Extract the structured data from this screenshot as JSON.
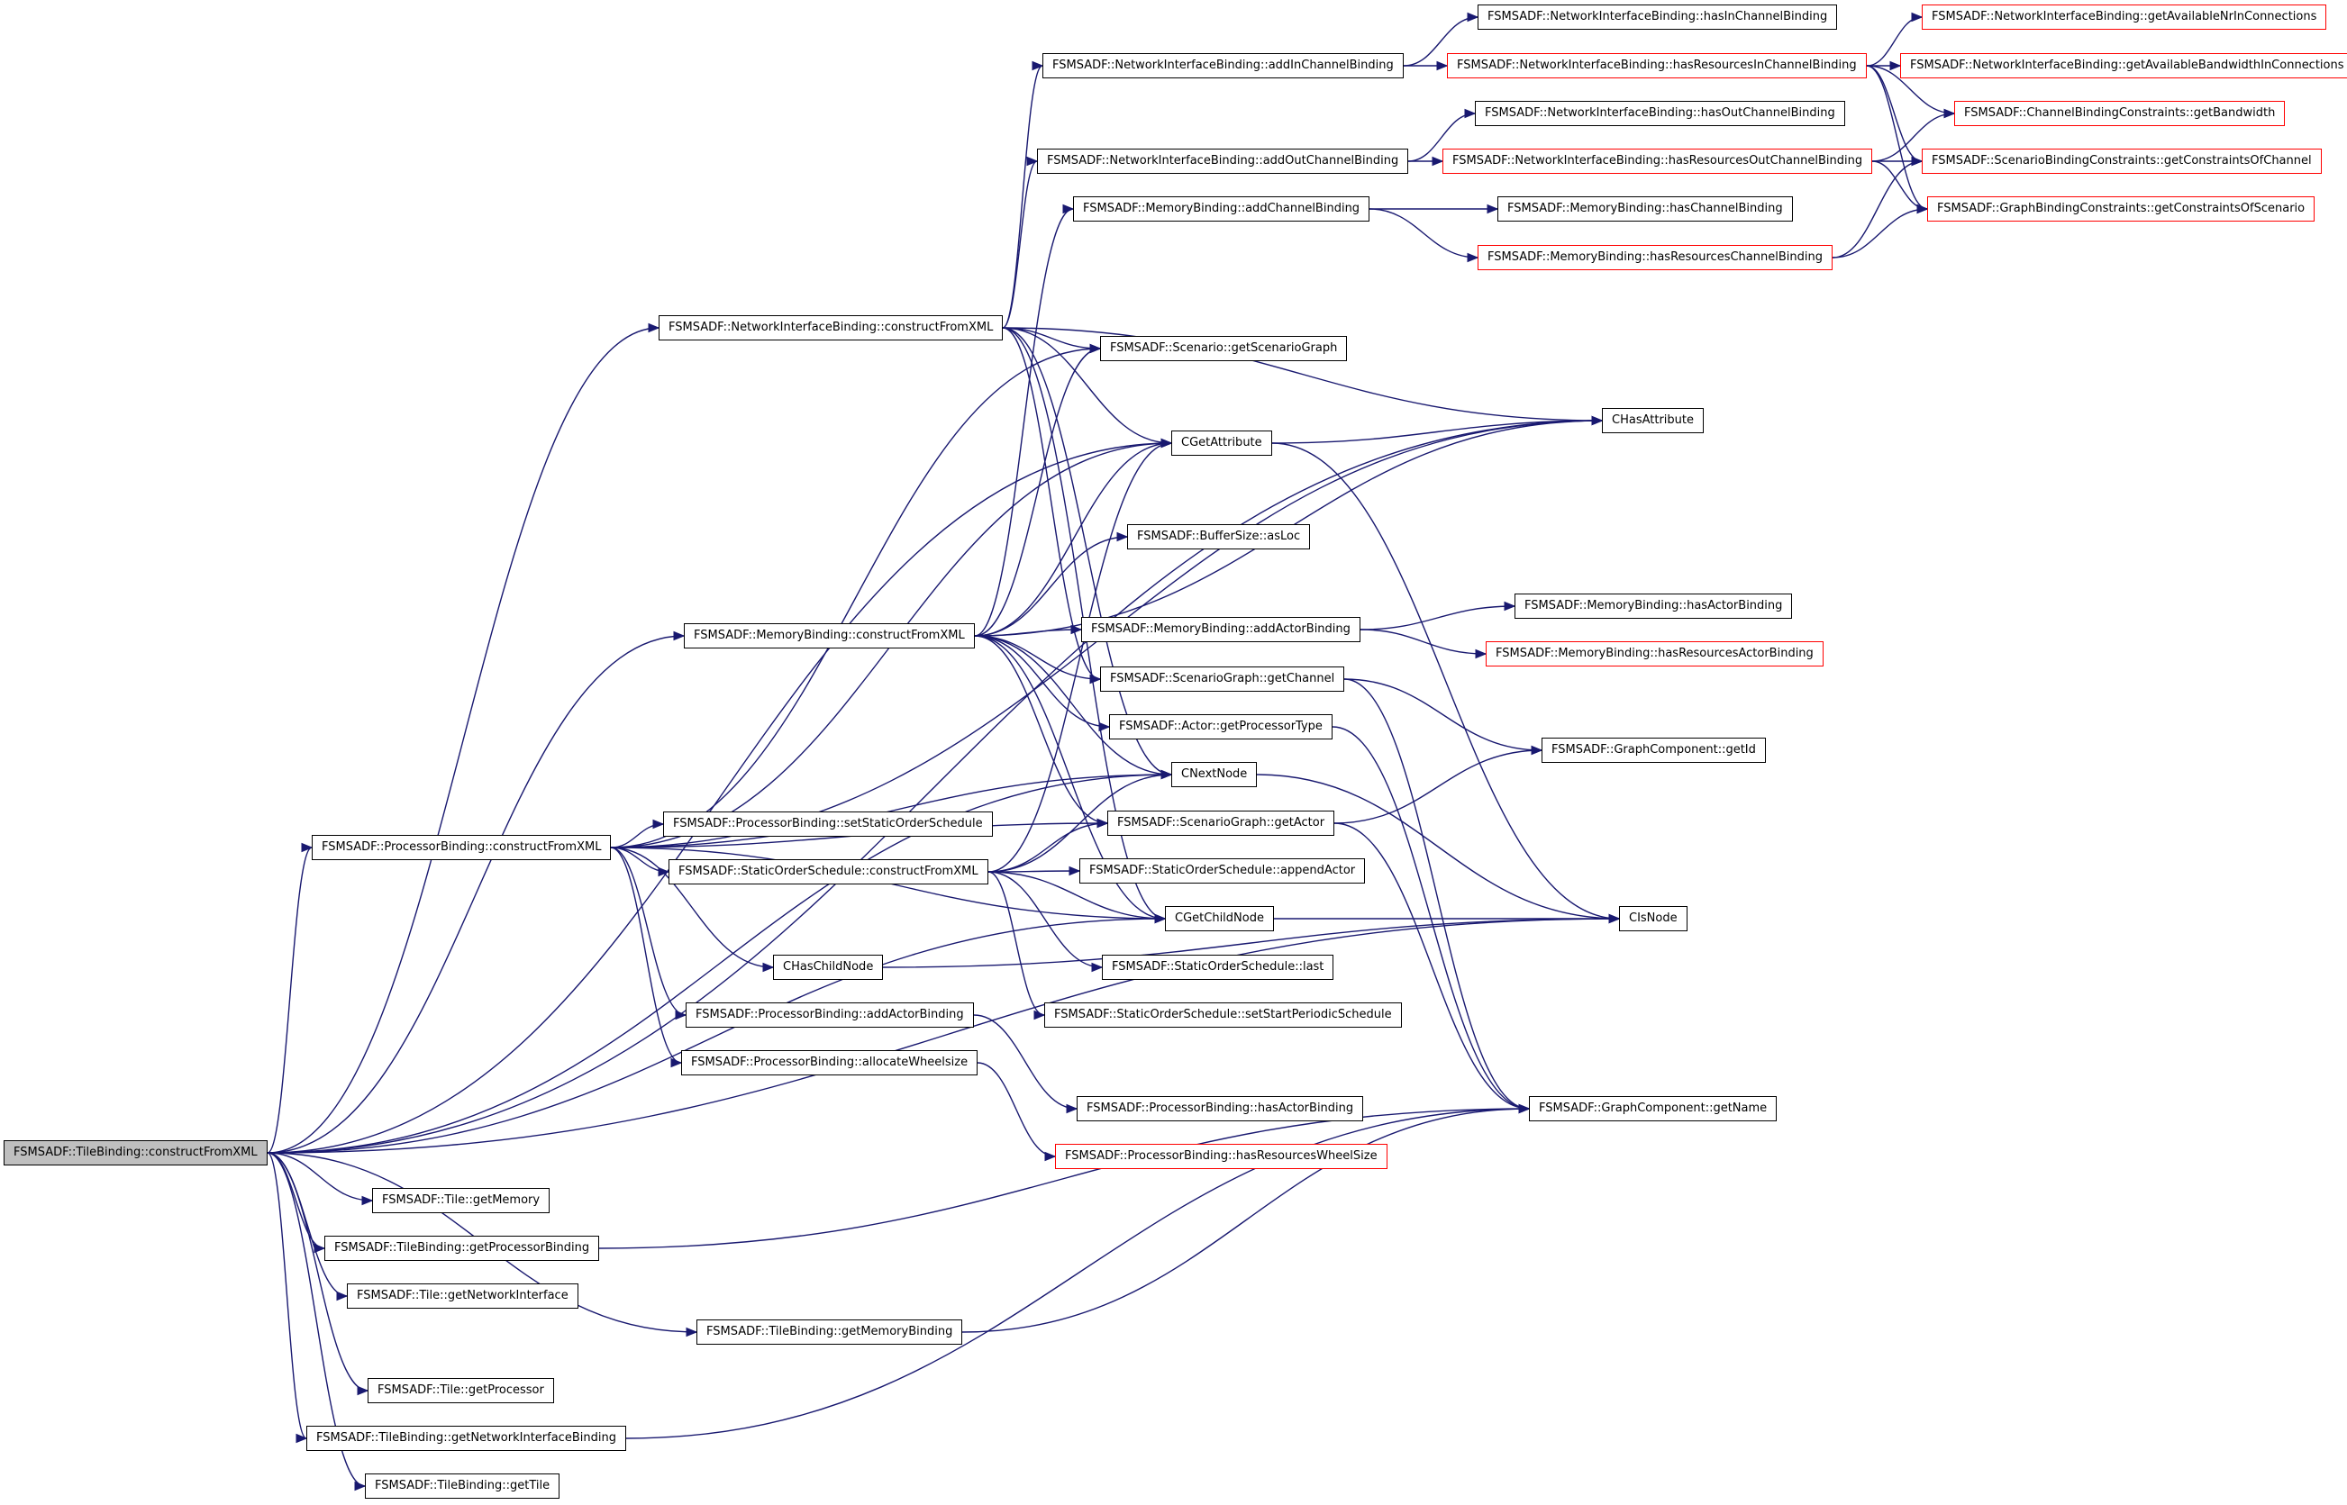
{
  "diagram": {
    "type": "call-graph",
    "colors": {
      "edge": "#191970",
      "root_fill": "#bfbfbf",
      "node_border": "#000000",
      "incomplete_border": "#ff0000"
    },
    "nodes": [
      {
        "id": "root",
        "label": "FSMSADF::TileBinding::constructFromXML",
        "style": "root"
      },
      {
        "id": "ni_cfx",
        "label": "FSMSADF::NetworkInterfaceBinding::constructFromXML",
        "style": "normal"
      },
      {
        "id": "mb_cfx",
        "label": "FSMSADF::MemoryBinding::constructFromXML",
        "style": "normal"
      },
      {
        "id": "pb_cfx",
        "label": "FSMSADF::ProcessorBinding::constructFromXML",
        "style": "normal"
      },
      {
        "id": "ni_addIn",
        "label": "FSMSADF::NetworkInterfaceBinding::addInChannelBinding",
        "style": "normal"
      },
      {
        "id": "ni_addOut",
        "label": "FSMSADF::NetworkInterfaceBinding::addOutChannelBinding",
        "style": "normal"
      },
      {
        "id": "mb_addCh",
        "label": "FSMSADF::MemoryBinding::addChannelBinding",
        "style": "normal"
      },
      {
        "id": "ni_hasIn",
        "label": "FSMSADF::NetworkInterfaceBinding::hasInChannelBinding",
        "style": "normal"
      },
      {
        "id": "ni_hasResIn",
        "label": "FSMSADF::NetworkInterfaceBinding::hasResourcesInChannelBinding",
        "style": "red"
      },
      {
        "id": "ni_hasOut",
        "label": "FSMSADF::NetworkInterfaceBinding::hasOutChannelBinding",
        "style": "normal"
      },
      {
        "id": "ni_hasResOut",
        "label": "FSMSADF::NetworkInterfaceBinding::hasResourcesOutChannelBinding",
        "style": "red"
      },
      {
        "id": "mb_hasCh",
        "label": "FSMSADF::MemoryBinding::hasChannelBinding",
        "style": "normal"
      },
      {
        "id": "mb_hasResCh",
        "label": "FSMSADF::MemoryBinding::hasResourcesChannelBinding",
        "style": "red"
      },
      {
        "id": "ni_getNr",
        "label": "FSMSADF::NetworkInterfaceBinding::getAvailableNrInConnections",
        "style": "red"
      },
      {
        "id": "ni_getBw",
        "label": "FSMSADF::NetworkInterfaceBinding::getAvailableBandwidthInConnections",
        "style": "red"
      },
      {
        "id": "cbc_getBw",
        "label": "FSMSADF::ChannelBindingConstraints::getBandwidth",
        "style": "red"
      },
      {
        "id": "sbc_getCoC",
        "label": "FSMSADF::ScenarioBindingConstraints::getConstraintsOfChannel",
        "style": "red"
      },
      {
        "id": "gbc_getCoS",
        "label": "FSMSADF::GraphBindingConstraints::getConstraintsOfScenario",
        "style": "red"
      },
      {
        "id": "sc_getSG",
        "label": "FSMSADF::Scenario::getScenarioGraph",
        "style": "normal"
      },
      {
        "id": "cHasAttr",
        "label": "CHasAttribute",
        "style": "normal"
      },
      {
        "id": "cGetAttr",
        "label": "CGetAttribute",
        "style": "normal"
      },
      {
        "id": "bs_asLoc",
        "label": "FSMSADF::BufferSize::asLoc",
        "style": "normal"
      },
      {
        "id": "mb_addAct",
        "label": "FSMSADF::MemoryBinding::addActorBinding",
        "style": "normal"
      },
      {
        "id": "mb_hasAct",
        "label": "FSMSADF::MemoryBinding::hasActorBinding",
        "style": "normal"
      },
      {
        "id": "mb_hasResAct",
        "label": "FSMSADF::MemoryBinding::hasResourcesActorBinding",
        "style": "red"
      },
      {
        "id": "sg_getCh",
        "label": "FSMSADF::ScenarioGraph::getChannel",
        "style": "normal"
      },
      {
        "id": "act_getPT",
        "label": "FSMSADF::Actor::getProcessorType",
        "style": "normal"
      },
      {
        "id": "gc_getId",
        "label": "FSMSADF::GraphComponent::getId",
        "style": "normal"
      },
      {
        "id": "cNextNode",
        "label": "CNextNode",
        "style": "normal"
      },
      {
        "id": "sg_getAct",
        "label": "FSMSADF::ScenarioGraph::getActor",
        "style": "normal"
      },
      {
        "id": "pb_setSOS",
        "label": "FSMSADF::ProcessorBinding::setStaticOrderSchedule",
        "style": "normal"
      },
      {
        "id": "sos_cfx",
        "label": "FSMSADF::StaticOrderSchedule::constructFromXML",
        "style": "normal"
      },
      {
        "id": "sos_append",
        "label": "FSMSADF::StaticOrderSchedule::appendActor",
        "style": "normal"
      },
      {
        "id": "cGetChild",
        "label": "CGetChildNode",
        "style": "normal"
      },
      {
        "id": "cIsNode",
        "label": "CIsNode",
        "style": "normal"
      },
      {
        "id": "cHasChild",
        "label": "CHasChildNode",
        "style": "normal"
      },
      {
        "id": "sos_last",
        "label": "FSMSADF::StaticOrderSchedule::last",
        "style": "normal"
      },
      {
        "id": "sos_setSPS",
        "label": "FSMSADF::StaticOrderSchedule::setStartPeriodicSchedule",
        "style": "normal"
      },
      {
        "id": "pb_addAct",
        "label": "FSMSADF::ProcessorBinding::addActorBinding",
        "style": "normal"
      },
      {
        "id": "pb_alloc",
        "label": "FSMSADF::ProcessorBinding::allocateWheelsize",
        "style": "normal"
      },
      {
        "id": "pb_hasAct",
        "label": "FSMSADF::ProcessorBinding::hasActorBinding",
        "style": "normal"
      },
      {
        "id": "pb_hasResWS",
        "label": "FSMSADF::ProcessorBinding::hasResourcesWheelSize",
        "style": "red"
      },
      {
        "id": "gc_getName",
        "label": "FSMSADF::GraphComponent::getName",
        "style": "normal"
      },
      {
        "id": "t_getMem",
        "label": "FSMSADF::Tile::getMemory",
        "style": "normal"
      },
      {
        "id": "tb_getPB",
        "label": "FSMSADF::TileBinding::getProcessorBinding",
        "style": "normal"
      },
      {
        "id": "t_getNI",
        "label": "FSMSADF::Tile::getNetworkInterface",
        "style": "normal"
      },
      {
        "id": "tb_getMB",
        "label": "FSMSADF::TileBinding::getMemoryBinding",
        "style": "normal"
      },
      {
        "id": "t_getProc",
        "label": "FSMSADF::Tile::getProcessor",
        "style": "normal"
      },
      {
        "id": "tb_getNIB",
        "label": "FSMSADF::TileBinding::getNetworkInterfaceBinding",
        "style": "normal"
      },
      {
        "id": "tb_getTile",
        "label": "FSMSADF::TileBinding::getTile",
        "style": "normal"
      }
    ],
    "edges": [
      [
        "root",
        "ni_cfx"
      ],
      [
        "root",
        "mb_cfx"
      ],
      [
        "root",
        "pb_cfx"
      ],
      [
        "root",
        "cHasAttr"
      ],
      [
        "root",
        "cGetAttr"
      ],
      [
        "root",
        "cNextNode"
      ],
      [
        "root",
        "cGetChild"
      ],
      [
        "root",
        "cIsNode"
      ],
      [
        "root",
        "t_getMem"
      ],
      [
        "root",
        "tb_getPB"
      ],
      [
        "root",
        "t_getNI"
      ],
      [
        "root",
        "tb_getMB"
      ],
      [
        "root",
        "t_getProc"
      ],
      [
        "root",
        "tb_getNIB"
      ],
      [
        "root",
        "tb_getTile"
      ],
      [
        "ni_cfx",
        "ni_addIn"
      ],
      [
        "ni_cfx",
        "ni_addOut"
      ],
      [
        "ni_cfx",
        "sc_getSG"
      ],
      [
        "ni_cfx",
        "cHasAttr"
      ],
      [
        "ni_cfx",
        "cGetAttr"
      ],
      [
        "ni_cfx",
        "sg_getCh"
      ],
      [
        "ni_cfx",
        "cNextNode"
      ],
      [
        "ni_cfx",
        "cGetChild"
      ],
      [
        "ni_addIn",
        "ni_hasIn"
      ],
      [
        "ni_addIn",
        "ni_hasResIn"
      ],
      [
        "ni_addOut",
        "ni_hasOut"
      ],
      [
        "ni_addOut",
        "ni_hasResOut"
      ],
      [
        "ni_hasResIn",
        "ni_getNr"
      ],
      [
        "ni_hasResIn",
        "ni_getBw"
      ],
      [
        "ni_hasResIn",
        "cbc_getBw"
      ],
      [
        "ni_hasResIn",
        "sbc_getCoC"
      ],
      [
        "ni_hasResIn",
        "gbc_getCoS"
      ],
      [
        "ni_hasResOut",
        "cbc_getBw"
      ],
      [
        "ni_hasResOut",
        "sbc_getCoC"
      ],
      [
        "ni_hasResOut",
        "gbc_getCoS"
      ],
      [
        "mb_addCh",
        "mb_hasCh"
      ],
      [
        "mb_addCh",
        "mb_hasResCh"
      ],
      [
        "mb_hasResCh",
        "sbc_getCoC"
      ],
      [
        "mb_hasResCh",
        "gbc_getCoS"
      ],
      [
        "mb_cfx",
        "mb_addCh"
      ],
      [
        "mb_cfx",
        "sc_getSG"
      ],
      [
        "mb_cfx",
        "cGetAttr"
      ],
      [
        "mb_cfx",
        "cHasAttr"
      ],
      [
        "mb_cfx",
        "bs_asLoc"
      ],
      [
        "mb_cfx",
        "mb_addAct"
      ],
      [
        "mb_cfx",
        "sg_getCh"
      ],
      [
        "mb_cfx",
        "act_getPT"
      ],
      [
        "mb_cfx",
        "cNextNode"
      ],
      [
        "mb_cfx",
        "sg_getAct"
      ],
      [
        "mb_cfx",
        "cGetChild"
      ],
      [
        "mb_addAct",
        "mb_hasAct"
      ],
      [
        "mb_addAct",
        "mb_hasResAct"
      ],
      [
        "pb_cfx",
        "sc_getSG"
      ],
      [
        "pb_cfx",
        "cHasAttr"
      ],
      [
        "pb_cfx",
        "cGetAttr"
      ],
      [
        "pb_cfx",
        "cNextNode"
      ],
      [
        "pb_cfx",
        "sg_getAct"
      ],
      [
        "pb_cfx",
        "pb_setSOS"
      ],
      [
        "pb_cfx",
        "sos_cfx"
      ],
      [
        "pb_cfx",
        "cGetChild"
      ],
      [
        "pb_cfx",
        "cHasChild"
      ],
      [
        "pb_cfx",
        "pb_addAct"
      ],
      [
        "pb_cfx",
        "pb_alloc"
      ],
      [
        "sos_cfx",
        "cGetAttr"
      ],
      [
        "sos_cfx",
        "cNextNode"
      ],
      [
        "sos_cfx",
        "sg_getAct"
      ],
      [
        "sos_cfx",
        "sos_append"
      ],
      [
        "sos_cfx",
        "cGetChild"
      ],
      [
        "sos_cfx",
        "sos_last"
      ],
      [
        "sos_cfx",
        "sos_setSPS"
      ],
      [
        "cGetAttr",
        "cHasAttr"
      ],
      [
        "cGetAttr",
        "cIsNode"
      ],
      [
        "sg_getCh",
        "gc_getId"
      ],
      [
        "sg_getCh",
        "gc_getName"
      ],
      [
        "act_getPT",
        "gc_getName"
      ],
      [
        "sg_getAct",
        "gc_getId"
      ],
      [
        "sg_getAct",
        "gc_getName"
      ],
      [
        "cNextNode",
        "cIsNode"
      ],
      [
        "cGetChild",
        "cIsNode"
      ],
      [
        "cHasChild",
        "cIsNode"
      ],
      [
        "pb_addAct",
        "pb_hasAct"
      ],
      [
        "pb_alloc",
        "pb_hasResWS"
      ],
      [
        "tb_getPB",
        "gc_getName"
      ],
      [
        "tb_getMB",
        "gc_getName"
      ],
      [
        "tb_getNIB",
        "gc_getName"
      ]
    ]
  }
}
